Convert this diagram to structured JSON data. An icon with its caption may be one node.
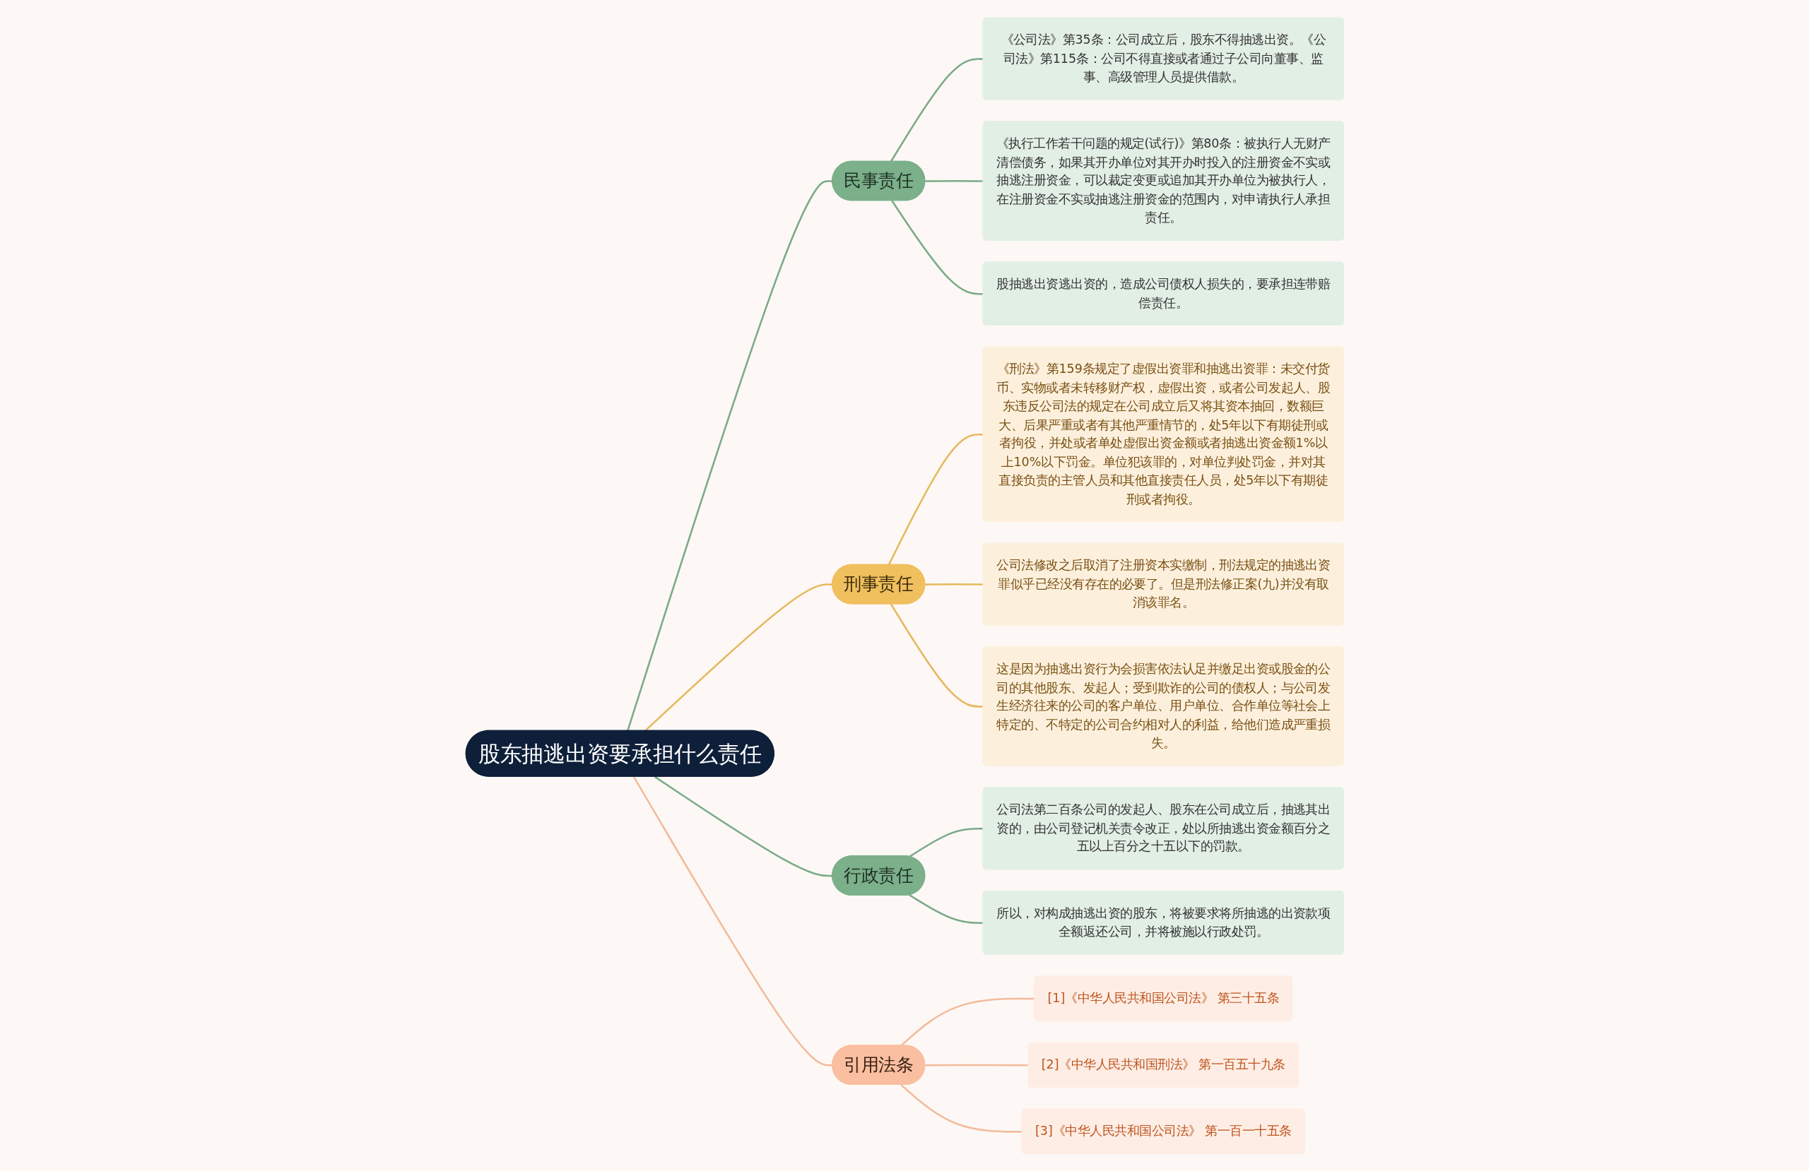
{
  "diagram": {
    "nodes": [
      {
        "text": [
          "股东抽逃出资要承担什么责任"
        ]
      },
      {
        "text": [
          "民事责任"
        ]
      },
      {
        "text": [
          "《公司法》第35条：公司成立后，股东不得抽逃出资。《公司法》第115条：公司不得直接或者通过子公司向董事、监事、高级管理人员提供借款。"
        ]
      },
      {
        "text": [
          "《执行工作若干问题的规定(试行)》第80条：被执行人无财产清偿债务，如果其开办单位对其开办时投入的注册资金不实或抽逃注册资金，可以裁定变更或追加其开办单位为被执行人，在注册资金不实或抽逃注册资金的范围内，对申请执行人承担责任。"
        ]
      },
      {
        "text": [
          "股抽逃出资逃出资的，造成公司债权人损失的，要承担连带赔偿责任。"
        ]
      },
      {
        "text": [
          "刑事责任"
        ]
      },
      {
        "text": [
          "《刑法》第159条规定了虚假出资罪和抽逃出资罪：未交付货币、实物或者未转移财产权，虚假出资，或者公司发起人、股东违反公司法的规定在公司成立后又将其资本抽回，数额巨大、后果严重或者有其他严重情节的，处5年以下有期徒刑或者拘役，并处或者单处虚假出资金额或者抽逃出资金额1%以上10%以下罚金。单位犯该罪的，对单位判处罚金，并对其直接负责的主管人员和其他直接责任人员，处5年以下有期徒刑或者拘役。"
        ]
      },
      {
        "text": [
          "公司法修改之后取消了注册资本实缴制，刑法规定的抽逃出资罪似乎已经没有存在的必要了。但是刑法修正案(九)并没有取消该罪名。"
        ]
      },
      {
        "text": [
          "这是因为抽逃出资行为会损害依法认足并缴足出资或股金的公司的其他股东、发起人；受到欺诈的公司的债权人；与公司发生经济往来的公司的客户单位、用户单位、合作单位等社会上特定的、不特定的公司合约相对人的利益，给他们造成严重损失。"
        ]
      },
      {
        "text": [
          "行政责任"
        ]
      },
      {
        "text": [
          "公司法第二百条公司的发起人、股东在公司成立后，抽逃其出资的，由公司登记机关责令改正，处以所抽逃出资金额百分之五以上百分之十五以下的罚款。"
        ]
      },
      {
        "text": [
          "所以，对构成抽逃出资的股东，将被要求将所抽逃的出资款项全额返还公司，并将被施以行政处罚。"
        ]
      },
      {
        "text": [
          "引用法条"
        ]
      },
      {
        "text": [
          "[1]《中华人民共和国公司法》 第三十五条"
        ]
      },
      {
        "text": [
          "[2]《中华人民共和国刑法》 第一百五十九条"
        ]
      },
      {
        "text": [
          "[3]《中华人民共和国公司法》 第一百一十五条"
        ]
      }
    ],
    "edges": [
      {
        "from": 0,
        "to": 1,
        "arrow": "none",
        "color": "#7aab88"
      },
      {
        "from": 1,
        "to": 2,
        "arrow": "none",
        "color": "#7aab88"
      },
      {
        "from": 1,
        "to": 3,
        "arrow": "none",
        "color": "#7aab88"
      },
      {
        "from": 1,
        "to": 4,
        "arrow": "none",
        "color": "#7aab88"
      },
      {
        "from": 0,
        "to": 5,
        "arrow": "none",
        "color": "#e6b95e"
      },
      {
        "from": 5,
        "to": 6,
        "arrow": "none",
        "color": "#e6b95e"
      },
      {
        "from": 5,
        "to": 7,
        "arrow": "none",
        "color": "#e6b95e"
      },
      {
        "from": 5,
        "to": 8,
        "arrow": "none",
        "color": "#e6b95e"
      },
      {
        "from": 0,
        "to": 9,
        "arrow": "none",
        "color": "#7aab88"
      },
      {
        "from": 9,
        "to": 10,
        "arrow": "none",
        "color": "#7aab88"
      },
      {
        "from": 9,
        "to": 11,
        "arrow": "none",
        "color": "#7aab88"
      },
      {
        "from": 0,
        "to": 12,
        "arrow": "none",
        "color": "#f3bb9c"
      },
      {
        "from": 12,
        "to": 13,
        "arrow": "none",
        "color": "#f3bb9c"
      },
      {
        "from": 12,
        "to": 14,
        "arrow": "none",
        "color": "#f3bb9c"
      },
      {
        "from": 12,
        "to": 15,
        "arrow": "none",
        "color": "#f3bb9c"
      }
    ]
  }
}
